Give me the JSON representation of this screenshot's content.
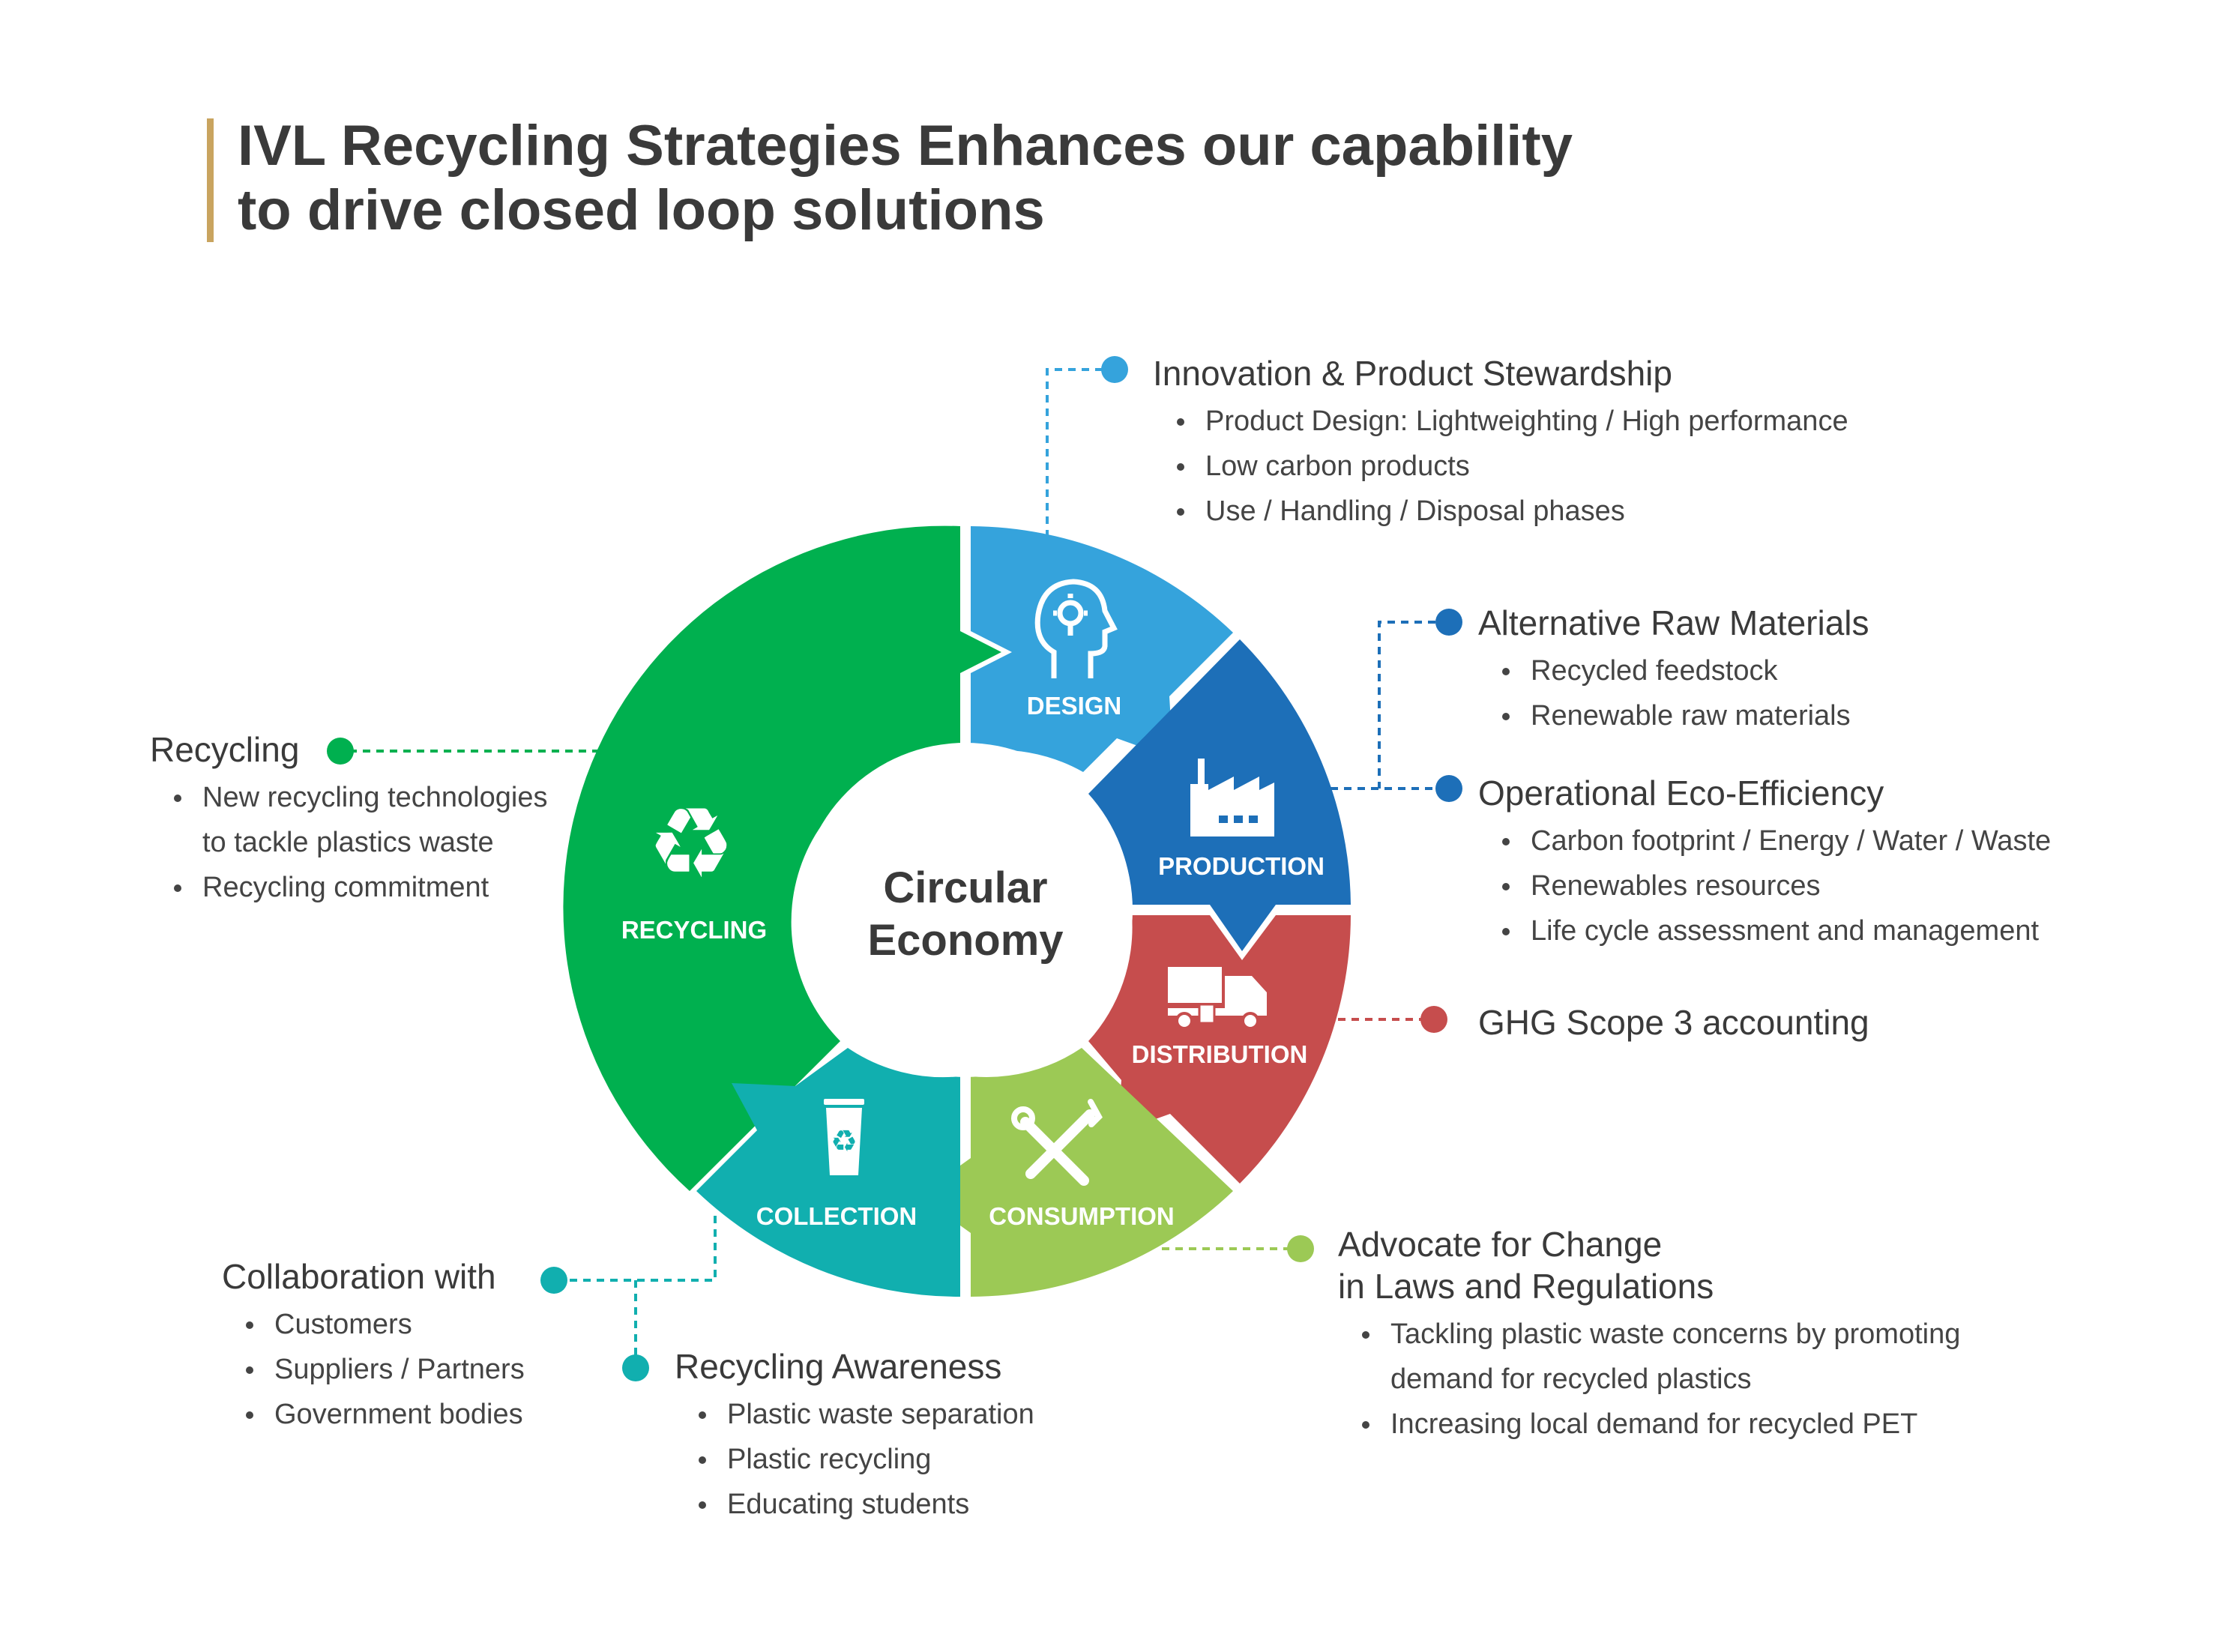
{
  "title": {
    "line1": "IVL Recycling Strategies Enhances our capability",
    "line2": "to drive closed loop solutions"
  },
  "colors": {
    "accent_bar": "#C9A45F",
    "design": "#35A3DC",
    "production": "#1D6FB8",
    "distribution": "#C64D4D",
    "consumption": "#9CC955",
    "collection": "#11AFAF",
    "recycling": "#00B04F"
  },
  "wheel": {
    "center_line1": "Circular",
    "center_line2": "Economy",
    "segments": [
      {
        "id": "design",
        "label": "DESIGN",
        "icon": "head-lightbulb-icon"
      },
      {
        "id": "production",
        "label": "PRODUCTION",
        "icon": "factory-icon"
      },
      {
        "id": "distribution",
        "label": "DISTRIBUTION",
        "icon": "truck-icon"
      },
      {
        "id": "consumption",
        "label": "CONSUMPTION",
        "icon": "tools-icon"
      },
      {
        "id": "collection",
        "label": "COLLECTION",
        "icon": "recycling-bin-icon"
      },
      {
        "id": "recycling",
        "label": "RECYCLING",
        "icon": "recycle-icon"
      }
    ]
  },
  "callouts": {
    "innovation": {
      "heading": "Innovation & Product Stewardship",
      "items": [
        "Product Design: Lightweighting / High performance",
        "Low carbon products",
        "Use / Handling / Disposal phases"
      ]
    },
    "raw_materials": {
      "heading": "Alternative Raw Materials",
      "items": [
        "Recycled feedstock",
        "Renewable raw materials"
      ]
    },
    "eco_efficiency": {
      "heading": "Operational Eco-Efficiency",
      "items": [
        "Carbon footprint / Energy / Water / Waste",
        "Renewables resources",
        "Life cycle assessment and management"
      ]
    },
    "ghg": {
      "heading": "GHG Scope 3 accounting",
      "items": []
    },
    "advocate": {
      "heading_line1": "Advocate for Change",
      "heading_line2": "in Laws and Regulations",
      "items": [
        "Tackling plastic waste concerns by promoting",
        "demand for recycled plastics",
        "Increasing local demand for recycled PET"
      ]
    },
    "recycling_awareness": {
      "heading": "Recycling Awareness",
      "items": [
        "Plastic waste separation",
        "Plastic recycling",
        "Educating students"
      ]
    },
    "collaboration": {
      "heading": "Collaboration with",
      "items": [
        "Customers",
        "Suppliers / Partners",
        "Government bodies"
      ]
    },
    "recycling": {
      "heading": "Recycling",
      "items": [
        "New recycling technologies",
        "to tackle plastics waste",
        "Recycling commitment"
      ]
    }
  }
}
